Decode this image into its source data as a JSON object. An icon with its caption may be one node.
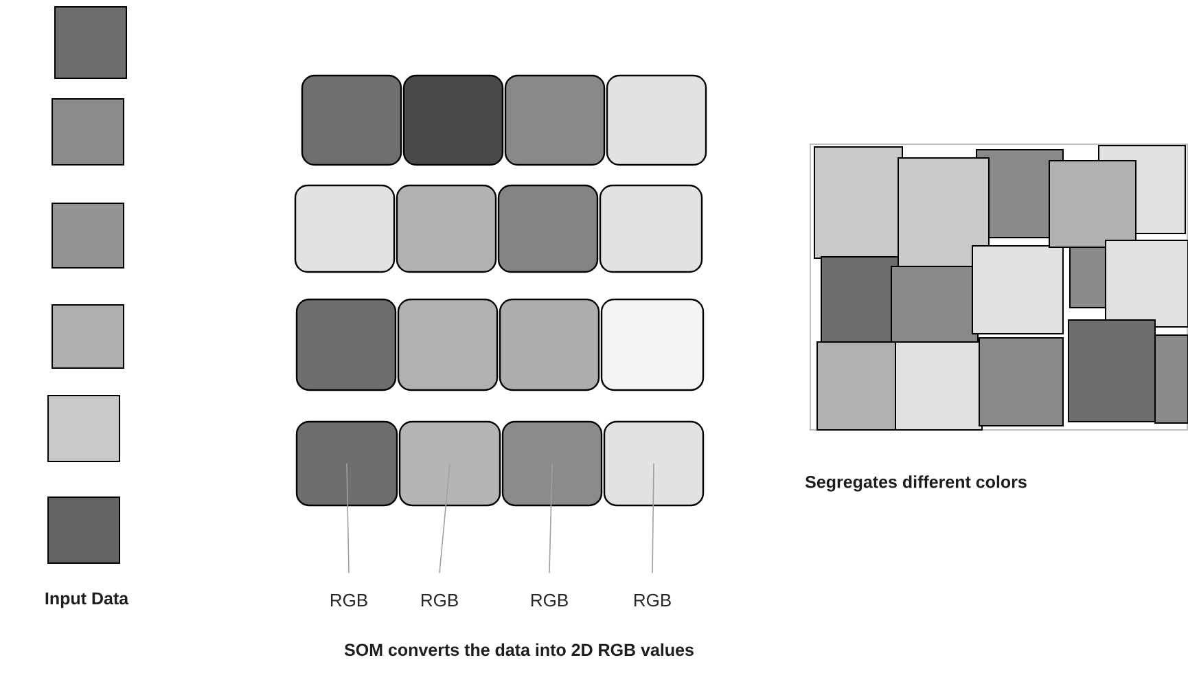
{
  "diagram": {
    "nodes": [
      {
        "text": [],
        "shape": "box"
      },
      {
        "text": [],
        "shape": "box"
      },
      {
        "text": [],
        "shape": "box"
      },
      {
        "text": [],
        "shape": "box"
      },
      {
        "text": [],
        "shape": "box"
      },
      {
        "text": [],
        "shape": "box"
      },
      {
        "text": [],
        "shape": "box"
      },
      {
        "text": [],
        "shape": "box"
      },
      {
        "text": [],
        "shape": "box"
      },
      {
        "text": [],
        "shape": "box"
      },
      {
        "text": [],
        "shape": "box"
      },
      {
        "text": [],
        "shape": "box"
      },
      {
        "text": [],
        "shape": "box"
      },
      {
        "text": [],
        "shape": "box"
      },
      {
        "text": [],
        "shape": "box"
      },
      {
        "text": [],
        "shape": "box"
      },
      {
        "text": [
          "RGB"
        ]
      },
      {
        "text": [
          "RGB"
        ]
      },
      {
        "text": [
          "RGB"
        ]
      },
      {
        "text": [
          "RGB"
        ]
      }
    ],
    "edges": [
      {
        "from": 16,
        "to": 12,
        "arrow": "none"
      },
      {
        "from": 17,
        "to": 13,
        "arrow": "none"
      },
      {
        "from": 18,
        "to": 14,
        "arrow": "none"
      },
      {
        "from": 19,
        "to": 15,
        "arrow": "none"
      }
    ],
    "labels": [
      "Input Data",
      "SOM converts the data into 2D RGB values",
      "Segregates different colors"
    ]
  }
}
